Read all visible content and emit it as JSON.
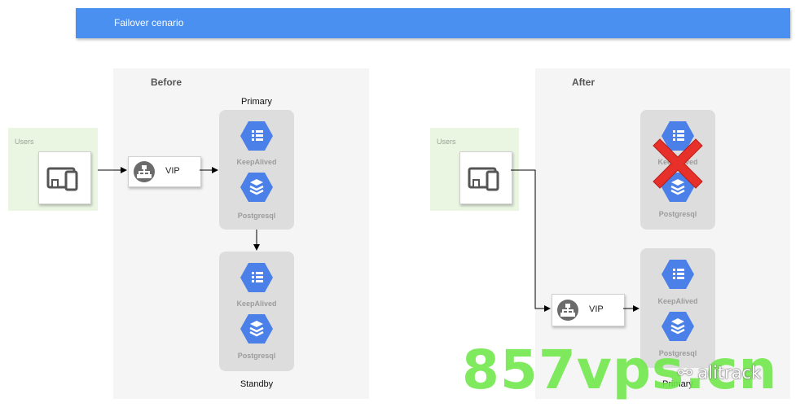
{
  "banner": {
    "title": "Failover cenario"
  },
  "before": {
    "title": "Before",
    "users_label": "Users",
    "vip_label": "VIP",
    "primary": {
      "role": "Primary",
      "service1": "KeepAlived",
      "service2": "Postgresql"
    },
    "standby": {
      "role": "Standby",
      "service1": "KeepAlived",
      "service2": "Postgresql"
    }
  },
  "after": {
    "title": "After",
    "users_label": "Users",
    "vip_label": "VIP",
    "failed": {
      "service1": "KeepAlived",
      "service2": "Postgresql"
    },
    "primary": {
      "role": "Primary",
      "service1": "KeepAlived",
      "service2": "Postgresql"
    }
  },
  "watermark": {
    "text": "857vps.cn",
    "subtext": "alitrack"
  },
  "colors": {
    "banner": "#4a90f0",
    "hex": "#4a80e8",
    "node": "#dddddd",
    "panel": "#f5f5f5",
    "users": "#eaf5e2",
    "fail_cross": "#e8302a",
    "watermark": "#6fe84a"
  }
}
